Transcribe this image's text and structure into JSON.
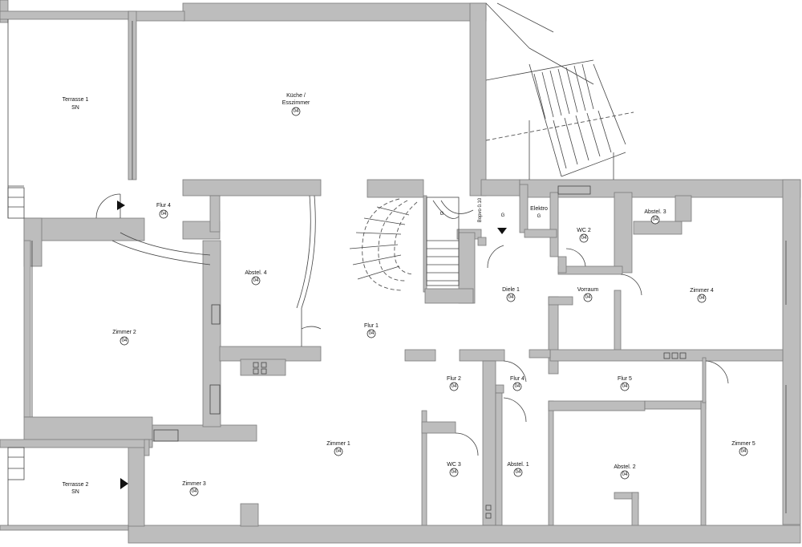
{
  "rooms": [
    {
      "name": "Terrasse 1",
      "sub": "SN",
      "code": ""
    },
    {
      "name": "Küche /",
      "name2": "Esszimmer",
      "code": "04"
    },
    {
      "name": "Flur 4",
      "code": "04"
    },
    {
      "name": "Abstel. 4",
      "code": "04"
    },
    {
      "name": "Zimmer 2",
      "code": "04"
    },
    {
      "name": "Flur 1",
      "code": "04"
    },
    {
      "name": "Diele 1",
      "code": "04"
    },
    {
      "name": "Vorraum",
      "code": "04"
    },
    {
      "name": "WC 2",
      "code": "04"
    },
    {
      "name": "Abstel. 3",
      "code": "04"
    },
    {
      "name": "Zimmer 4",
      "code": "04"
    },
    {
      "name": "Flur 2",
      "code": "04"
    },
    {
      "name": "Flur 4",
      "code": "04"
    },
    {
      "name": "Flur 5",
      "code": "04"
    },
    {
      "name": "Zimmer 1",
      "code": "04"
    },
    {
      "name": "WC 3",
      "code": "04"
    },
    {
      "name": "Abstel. 1",
      "code": "04"
    },
    {
      "name": "Abstel. 2",
      "code": "04"
    },
    {
      "name": "Zimmer 5",
      "code": "04"
    },
    {
      "name": "Zimmer 3",
      "code": "04"
    },
    {
      "name": "Terrasse 2",
      "sub": "SN",
      "code": ""
    }
  ],
  "elektro": {
    "name": "Elektro",
    "code": "G"
  },
  "stair_labels": {
    "g1": "G",
    "g2": "G",
    "vertical": "Bopvo 0.10"
  },
  "colors": {
    "wall": "#bdbdbd",
    "line": "#444444"
  }
}
